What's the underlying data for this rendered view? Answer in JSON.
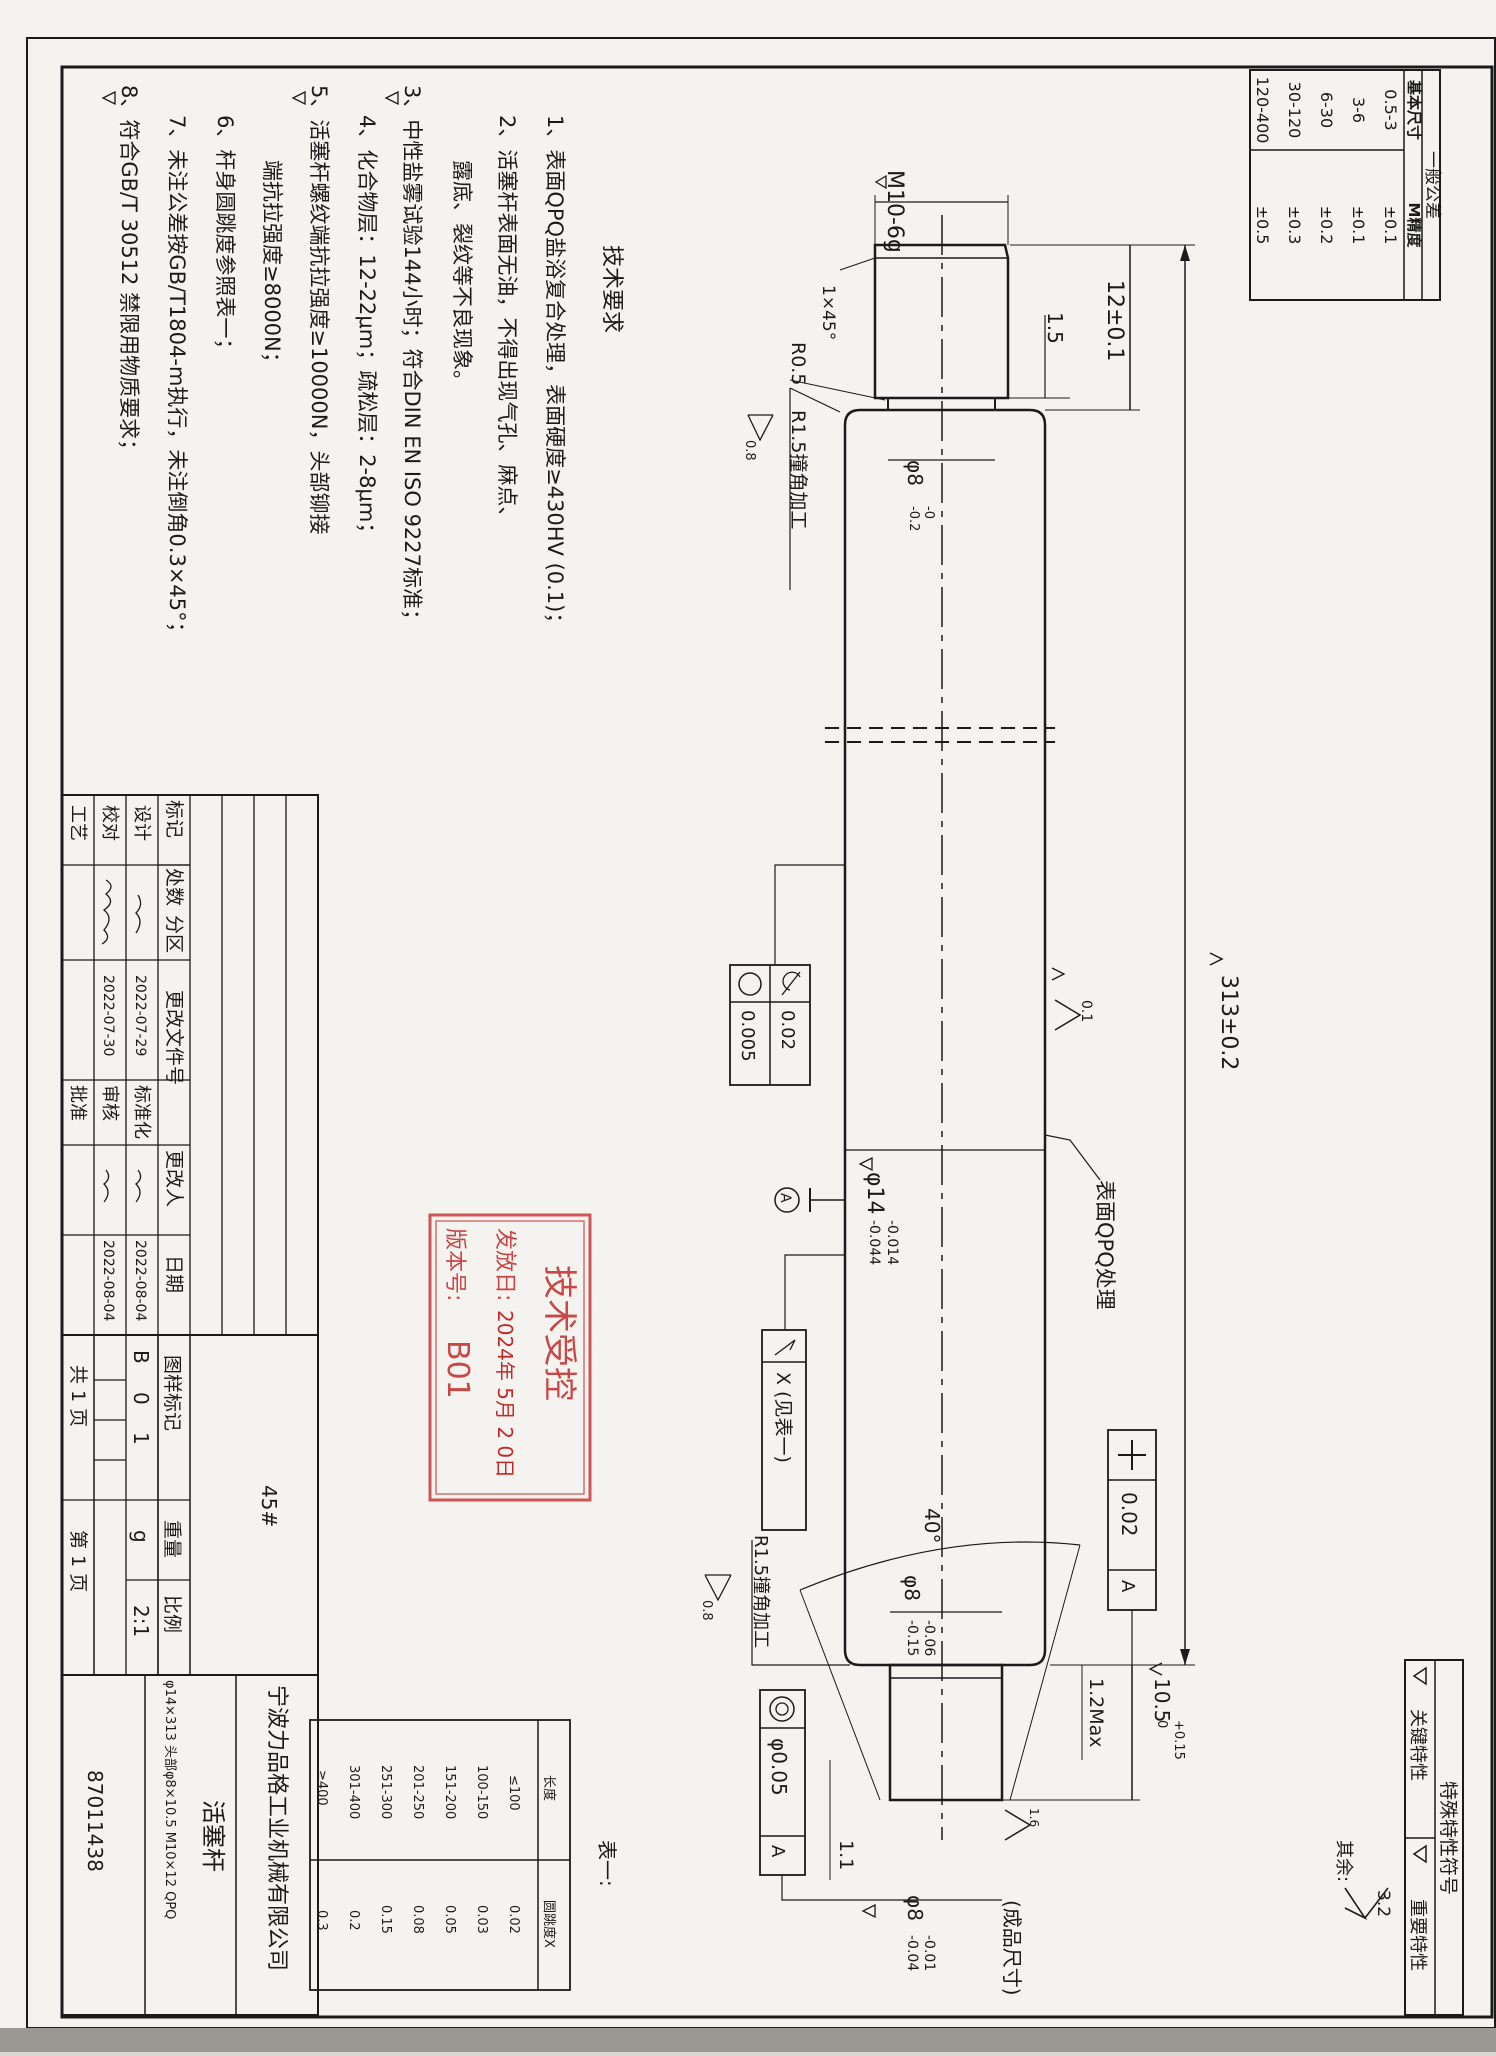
{
  "tolerance_table": {
    "title": "一般公差",
    "headers": [
      "基本尺寸",
      "M精度"
    ],
    "rows": [
      [
        "0.5-3",
        "±0.1"
      ],
      [
        "3-6",
        "±0.1"
      ],
      [
        "6-30",
        "±0.2"
      ],
      [
        "30-120",
        "±0.3"
      ],
      [
        "120-400",
        "±0.5"
      ]
    ]
  },
  "char_legend": {
    "title": "特殊特性符号",
    "key": "关键特性",
    "important": "重要特性"
  },
  "roughness_default": {
    "label": "其余:",
    "value": "3.2"
  },
  "tech_requirements": {
    "title": "技术要求",
    "items": [
      "1、表面QPQ盐浴复合处理，表面硬度≥430HV (0.1)；",
      "2、活塞杆表面无油，不得出现气孔、麻点、",
      "露底、裂纹等不良现象。",
      "3、中性盐雾试验144小时；符合DIN EN ISO 9227标准；",
      "4、化合物层：12-22μm；疏松层：2-8μm；",
      "5、活塞杆螺纹端抗拉强度≥10000N，头部铆接",
      "端抗拉强度≥8000N；",
      "6、杆身圆跳度参照表一；",
      "7、未注公差按GB/T1804-m执行，未注倒角0.3×45°；",
      "8、符合GB/T 30512 禁限用物质要求；"
    ]
  },
  "dimensions": {
    "thread": "M10-6g",
    "thread_len": "12±0.1",
    "undercut": "1.5",
    "chamfer": "1×45°",
    "fillet": "R0.5",
    "r15_top": "R1.5撞角加工",
    "rough_08_top": "0.8",
    "neck_dia": "φ8",
    "neck_tol_upper": "-0",
    "neck_tol_lower": "-0.2",
    "overall": "313±0.2",
    "roughness_01": "0.1",
    "body_dia": "φ14",
    "body_tol_upper": "-0.014",
    "body_tol_lower": "-0.044",
    "surface_note": "表面QPQ处理",
    "datum": "A",
    "cyl_value": "0.02",
    "cyl_value2": "0.005",
    "runout_note": "X (见表一)",
    "perp_value": "0.02",
    "perp_datum": "A",
    "angle": "40°",
    "head_dia": "φ8",
    "head_tol_upper": "-0.06",
    "head_tol_lower": "-0.15",
    "r15_bottom": "R1.5撞角加工",
    "rough_08_bottom": "0.8",
    "head_len": "10.5",
    "head_len_tol_upper": "+0.15",
    "head_len_tol_lower": "0",
    "max_len": "1.2Max",
    "conc_value": "φ0.05",
    "conc_datum": "A",
    "rough_16": "1.6",
    "small_step": "1.1",
    "final_dia": "φ8",
    "final_tol_upper": "-0.01",
    "final_tol_lower": "-0.04",
    "final_note": "(成品尺寸)"
  },
  "runout_table": {
    "title": "表一:",
    "headers": [
      "长度",
      "圆跳度X"
    ],
    "rows": [
      [
        "≤100",
        "0.02"
      ],
      [
        "100-150",
        "0.03"
      ],
      [
        "151-200",
        "0.05"
      ],
      [
        "201-250",
        "0.08"
      ],
      [
        "251-300",
        "0.15"
      ],
      [
        "301-400",
        "0.2"
      ],
      [
        "≥400",
        "0.3"
      ]
    ]
  },
  "stamp": {
    "line1": "技术受控",
    "line2_label": "发放日:",
    "line2_value": "2024年 5月 2 0日",
    "line3_label": "版本号:",
    "line3_value": "B01"
  },
  "title_block": {
    "rev_headers": [
      "标记",
      "处数",
      "分区",
      "更改文件号",
      "更改人",
      "日期"
    ],
    "design": "设计",
    "standard": "标准化",
    "check": "校对",
    "review": "审核",
    "process": "工艺",
    "approve": "批准",
    "date1": "2022-07-29",
    "date2": "2022-07-30",
    "date3": "2022-08-04",
    "date4": "2022-08-04",
    "material": "45#",
    "sample_label": "图样标记",
    "weight_label": "重量",
    "scale_label": "比例",
    "stage": "B",
    "stage2": "0",
    "stage3": "1",
    "weight": "g",
    "scale": "2:1",
    "sheets_total": "共 1 页",
    "sheet_no": "第 1 页",
    "company": "宁波力品格工业机械有限公司",
    "part_name": "活塞杆",
    "spec": "φ14×313 头部φ8×10.5 M10×12 QPQ",
    "drawing_no": "87011438"
  }
}
